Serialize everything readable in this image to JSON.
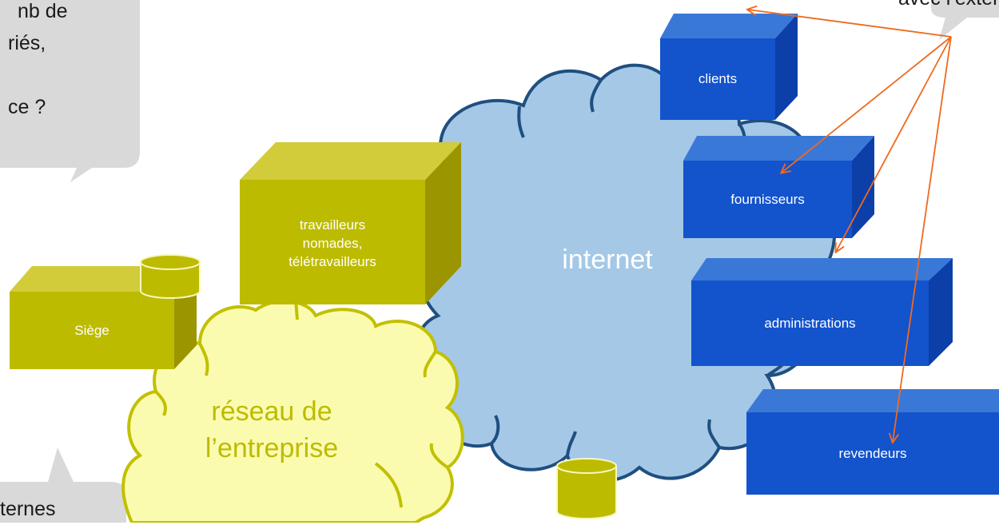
{
  "callouts": {
    "top_left_lines": [
      "nb de",
      "riés,",
      "",
      "ce ?"
    ],
    "top_right_line": "avec l’exter",
    "bottom_left_line": "ternes"
  },
  "clouds": {
    "internet": "internet",
    "enterprise_line1": "réseau de",
    "enterprise_line2": "l’entreprise"
  },
  "sites": {
    "siege": "Siège",
    "nomades_line1": "travailleurs",
    "nomades_line2": "nomades,",
    "nomades_line3": "télétravailleurs"
  },
  "partners": {
    "clients": "clients",
    "fournisseurs": "fournisseurs",
    "administrations": "administrations",
    "revendeurs": "revendeurs"
  },
  "colors": {
    "olive_front": "#bdbb00",
    "olive_top": "#d2cc3a",
    "olive_side": "#9b9500",
    "blue_front": "#1353cc",
    "blue_top": "#3a78d8",
    "blue_side": "#0c3fa8",
    "internet_fill": "#a4c8e6",
    "internet_stroke": "#1f4f80",
    "enterprise_fill": "#fbfbb0",
    "enterprise_stroke": "#c2c000",
    "arrow": "#ef6a1f",
    "bubble": "#d9d9d9"
  }
}
